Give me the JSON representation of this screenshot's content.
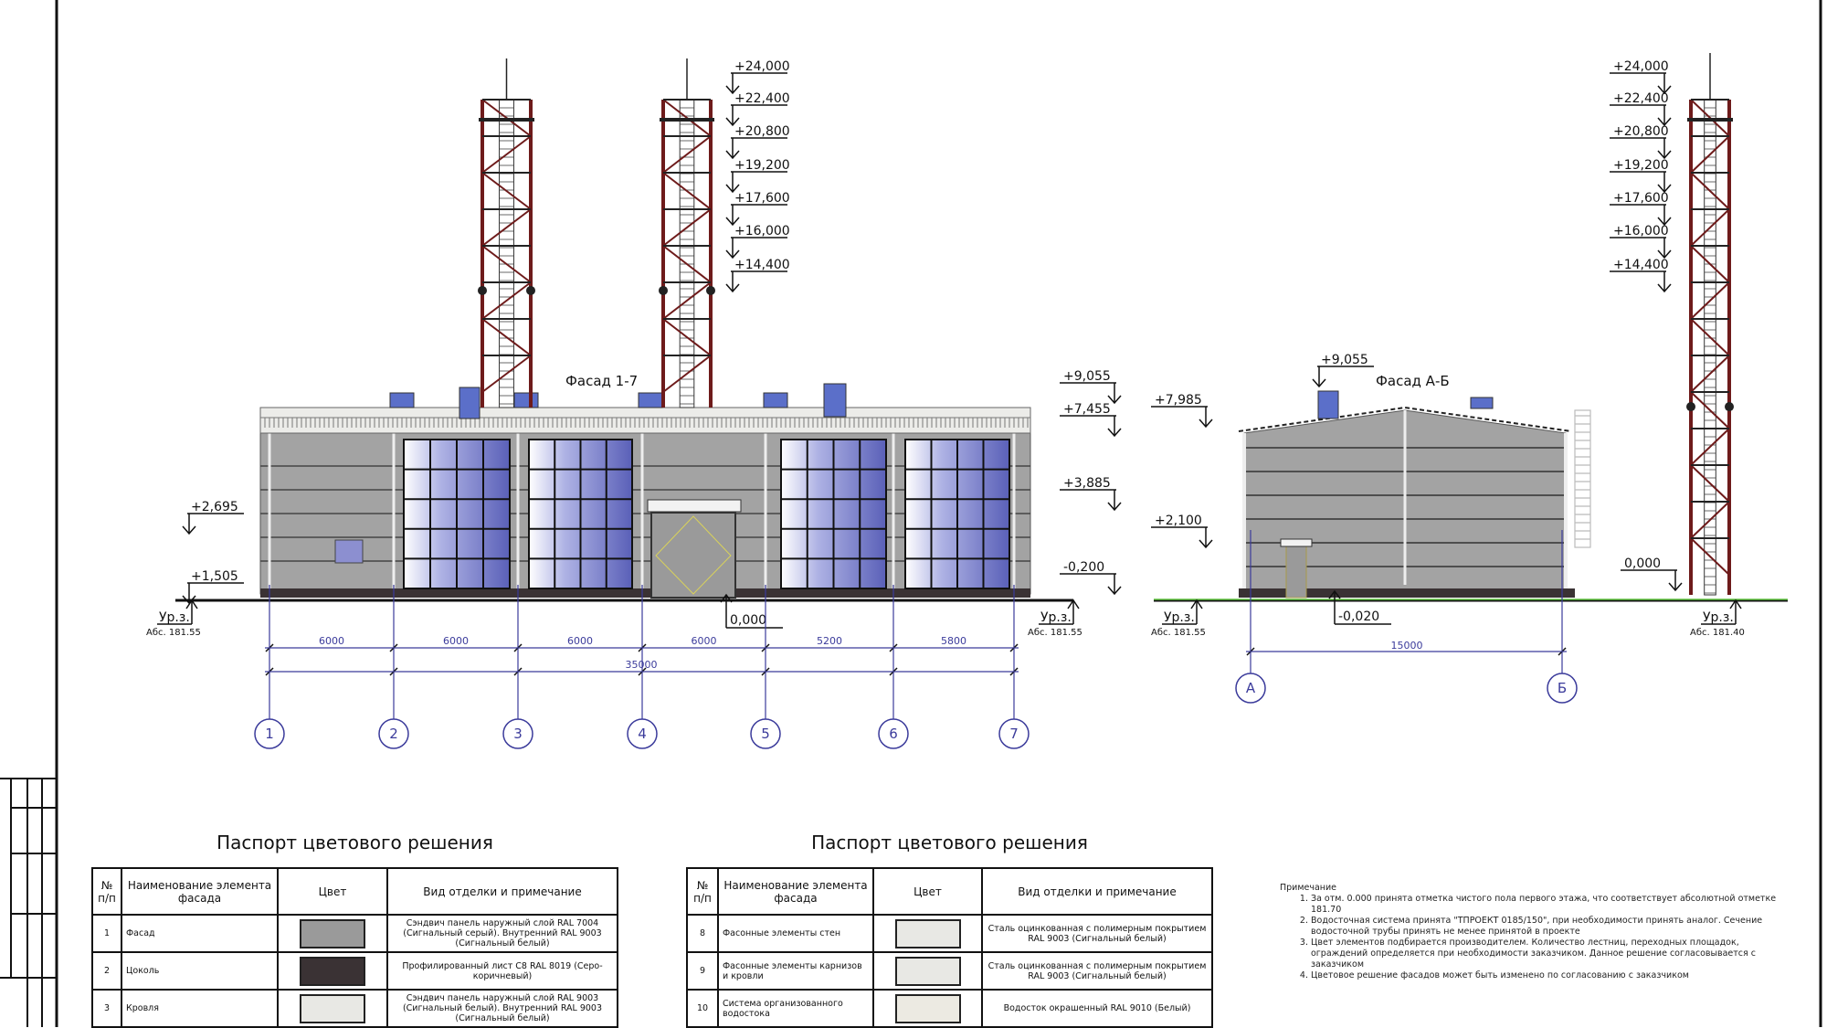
{
  "colors": {
    "panel": "#a3a3a3",
    "plinth": "#3a3234",
    "roof": "#e6e6e3",
    "trim": "#ececea",
    "tower": "#6e1b1b",
    "glass": "#5a60b8",
    "axis": "#3b3b9b",
    "ground": "#5bbf3a"
  },
  "facade_1_7": {
    "title": "Фасад 1-7",
    "levels_tower": [
      "+24,000",
      "+22,400",
      "+20,800",
      "+19,200",
      "+17,600",
      "+16,000",
      "+14,400"
    ],
    "level_top": "+9,055",
    "level_parapet": "+7,455",
    "level_mid": "+3,885",
    "level_base": "-0,200",
    "level_left_1": "+2,695",
    "level_left_2": "+1,505",
    "level_zero": "0,000",
    "ground_left": {
      "label": "Ур.з.",
      "abs": "Абс. 181.55"
    },
    "ground_right": {
      "label": "Ур.з.",
      "abs": "Абс. 181.55"
    },
    "spans": [
      "6000",
      "6000",
      "6000",
      "6000",
      "5200",
      "5800"
    ],
    "total": "35000",
    "axes": [
      "1",
      "2",
      "3",
      "4",
      "5",
      "6",
      "7"
    ]
  },
  "facade_a_b": {
    "title": "Фасад А-Б",
    "level_top": "+9,055",
    "level_eave": "+7,985",
    "level_door": "+2,100",
    "level_entry": "-0,020",
    "level_zero": "0,000",
    "levels_tower": [
      "+24,000",
      "+22,400",
      "+20,800",
      "+19,200",
      "+17,600",
      "+16,000",
      "+14,400"
    ],
    "ground_left": {
      "label": "Ур.з.",
      "abs": "Абс. 181.55"
    },
    "ground_right": {
      "label": "Ур.з.",
      "abs": "Абс. 181.40"
    },
    "span": "15000",
    "axes": [
      "А",
      "Б"
    ]
  },
  "passport_left": {
    "title": "Паспорт цветового решения",
    "headers": [
      "№ п/п",
      "Наименование элемента фасада",
      "Цвет",
      "Вид отделки и примечание"
    ],
    "rows": [
      {
        "n": "1",
        "name": "Фасад",
        "color": "#9a9a9a",
        "note": "Сэндвич панель наружный слой RAL 7004 (Сигнальный серый). Внутренний RAL 9003 (Сигнальный белый)"
      },
      {
        "n": "2",
        "name": "Цоколь",
        "color": "#3a3234",
        "note": "Профилированный лист С8 RAL 8019 (Серо-коричневый)"
      },
      {
        "n": "3",
        "name": "Кровля",
        "color": "#e8e8e4",
        "note": "Сэндвич панель наружный слой RAL 9003 (Сигнальный белый). Внутренний RAL 9003 (Сигнальный белый)"
      }
    ]
  },
  "passport_right": {
    "title": "Паспорт цветового решения",
    "headers": [
      "№ п/п",
      "Наименование элемента фасада",
      "Цвет",
      "Вид отделки и примечание"
    ],
    "rows": [
      {
        "n": "8",
        "name": "Фасонные элементы стен",
        "color": "#e8e8e4",
        "note": "Сталь оцинкованная с полимерным покрытием RAL 9003 (Сигнальный белый)"
      },
      {
        "n": "9",
        "name": "Фасонные элементы карнизов и кровли",
        "color": "#e8e8e4",
        "note": "Сталь оцинкованная с полимерным покрытием RAL 9003 (Сигнальный белый)"
      },
      {
        "n": "10",
        "name": "Система организованного водостока",
        "color": "#eceae2",
        "note": "Водосток окрашенный RAL 9010 (Белый)"
      }
    ]
  },
  "notes": {
    "title": "Примечание",
    "items": [
      "За отм. 0.000 принята отметка чистого пола первого этажа, что соответствует абсолютной отметке 181.70",
      "Водосточная система принята \"ТПРОЕКТ 0185/150\", при необходимости принять аналог. Сечение водосточной трубы принять не менее принятой в проекте",
      "Цвет элементов подбирается производителем. Количество лестниц, переходных площадок, ограждений определяется при необходимости заказчиком. Данное решение согласовывается с заказчиком",
      "Цветовое решение фасадов может быть изменено по согласованию с заказчиком"
    ]
  }
}
